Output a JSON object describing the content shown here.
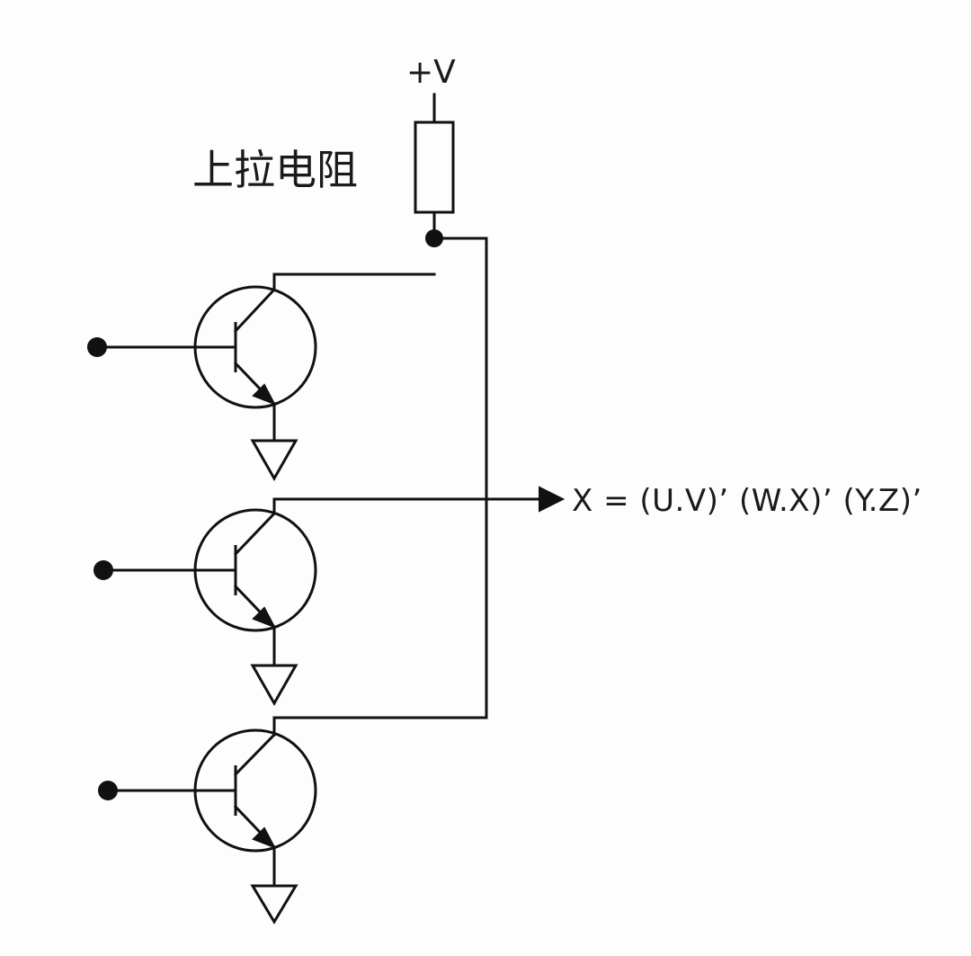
{
  "supply_label": "+V",
  "resistor_label": "上拉电阻",
  "output_label": "X = (U.V)’ (W.X)’ (Y.Z)’",
  "transistor_count": 3,
  "colors": {
    "line": "#111111",
    "background": "#fdfdfd",
    "text": "#1a1a1a"
  }
}
